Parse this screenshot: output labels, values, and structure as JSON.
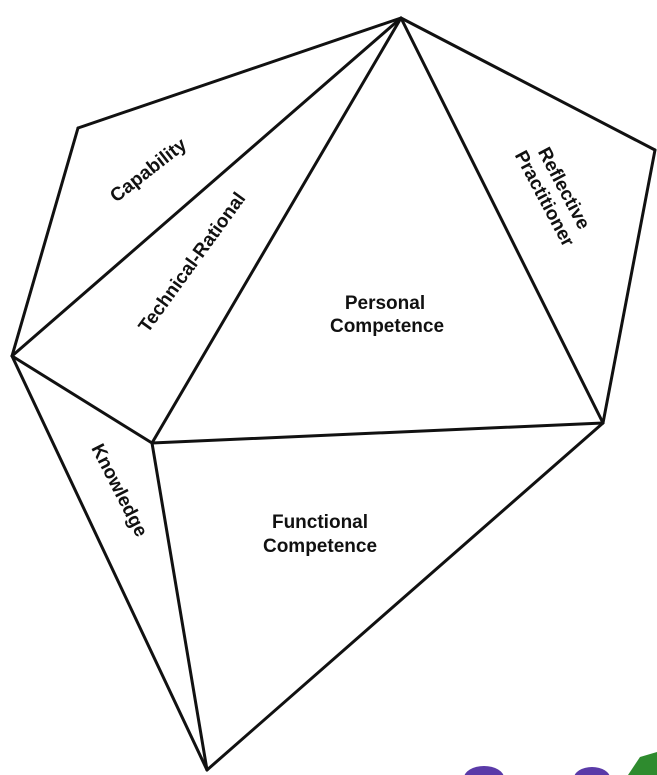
{
  "diagram": {
    "labels": {
      "capability": "Capability",
      "technical_rational": "Technical-Rational",
      "reflective_line1": "Reflective",
      "reflective_line2": "Practitioner",
      "personal_line1": "Personal",
      "personal_line2": "Competence",
      "knowledge": "Knowledge",
      "functional_line1": "Functional",
      "functional_line2": "Competence"
    },
    "colors": {
      "line": "#111111",
      "background": "#ffffff",
      "corner_purple": "#5a3aa8",
      "corner_green": "#2e8b2e"
    }
  }
}
